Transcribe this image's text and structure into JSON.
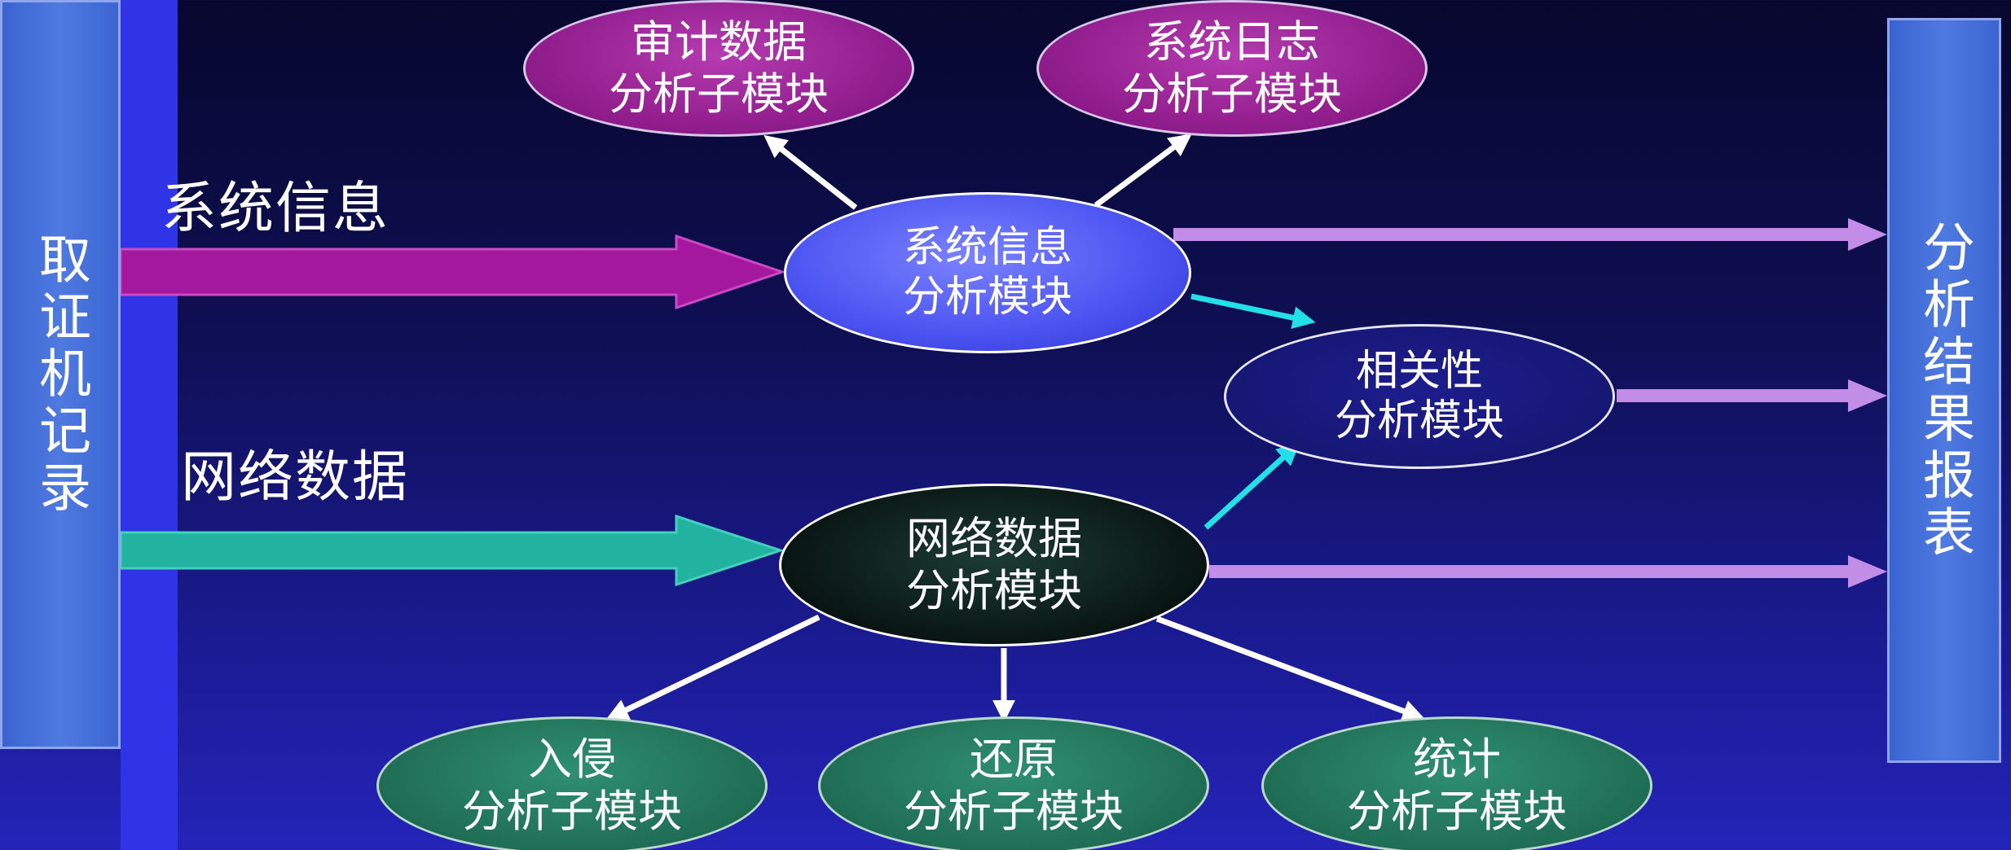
{
  "left_panel": {
    "label": "取证机记录"
  },
  "right_panel": {
    "label": "分析结果报表"
  },
  "inputs": {
    "system_info": "系统信息",
    "network_data": "网络数据"
  },
  "modules": {
    "system_info": {
      "line1": "系统信息",
      "line2": "分析模块"
    },
    "network_data": {
      "line1": "网络数据",
      "line2": "分析模块"
    },
    "correlation": {
      "line1": "相关性",
      "line2": "分析模块"
    }
  },
  "submodules": {
    "audit": {
      "line1": "审计数据",
      "line2": "分析子模块"
    },
    "syslog": {
      "line1": "系统日志",
      "line2": "分析子模块"
    },
    "intrusion": {
      "line1": "入侵",
      "line2": "分析子模块"
    },
    "restore": {
      "line1": "还原",
      "line2": "分析子模块"
    },
    "statistics": {
      "line1": "统计",
      "line2": "分析子模块"
    }
  },
  "colors": {
    "system_input_arrow": "#a4189e",
    "network_input_arrow": "#22b3a0",
    "output_arrow": "#c28de6",
    "correlation_arrow": "#23e0e6",
    "submodule_arrow": "#ffffff"
  }
}
